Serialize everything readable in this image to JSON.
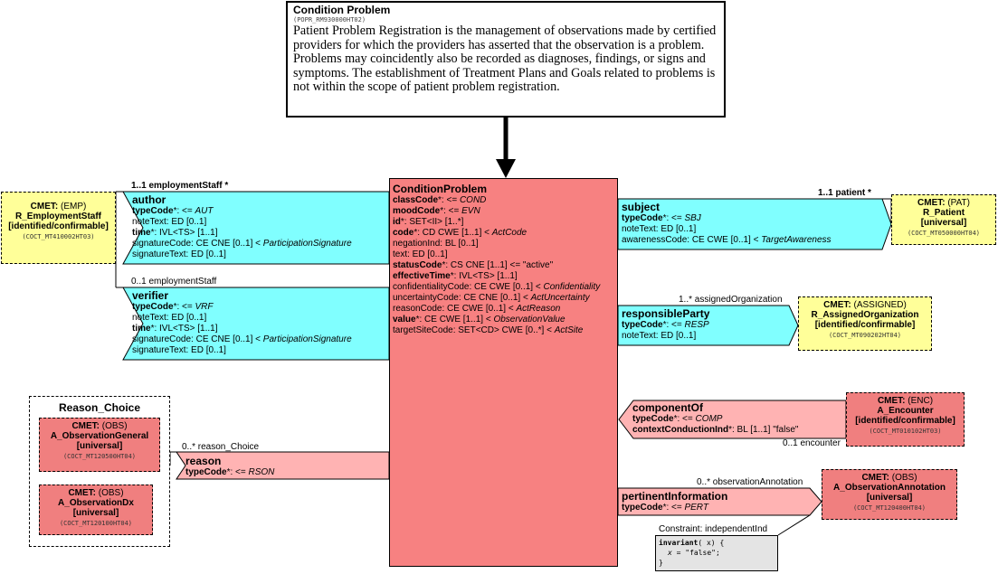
{
  "header": {
    "title": "Condition Problem",
    "code": "(POPR_RM930000HT02)",
    "description": "Patient Problem Registration is the management of observations made by certified providers for which the providers has asserted that the observation is a problem.  Problems may coincidently also be recorded as diagnoses, findings, or signs and symptoms.  The establishment of Treatment Plans and Goals related to problems is not within the scope of patient problem registration."
  },
  "colors": {
    "act": "#f78181",
    "act_light": "#ffb3b3",
    "participation": "#80ffff",
    "cmet_yellow": "#ffff99",
    "cmet_red": "#f07f7f"
  },
  "main_class": {
    "name": "ConditionProblem",
    "attributes": [
      {
        "b": "classCode",
        "n": "*: <= ",
        "i": "COND"
      },
      {
        "b": "moodCode",
        "n": "*: <= ",
        "i": "EVN"
      },
      {
        "b": "id",
        "n": "*: SET<II> [1..*]",
        "i": ""
      },
      {
        "b": "code",
        "n": "*: CD CWE [1..1] < ",
        "i": "ActCode"
      },
      {
        "b": "",
        "n": "negationInd: BL [0..1]",
        "i": ""
      },
      {
        "b": "",
        "n": "text: ED [0..1]",
        "i": ""
      },
      {
        "b": "statusCode",
        "n": "*: CS CNE [1..1] <= \"active\"",
        "i": ""
      },
      {
        "b": "effectiveTime",
        "n": "*: IVL<TS> [1..1]",
        "i": ""
      },
      {
        "b": "",
        "n": "confidentialityCode: CE CWE [0..1] < ",
        "i": "Confidentiality"
      },
      {
        "b": "",
        "n": "uncertaintyCode: CE CNE [0..1] < ",
        "i": "ActUncertainty"
      },
      {
        "b": "",
        "n": "reasonCode: CE CWE [0..1] < ",
        "i": "ActReason"
      },
      {
        "b": "value",
        "n": "*: CE CWE [1..1] < ",
        "i": "ObservationValue"
      },
      {
        "b": "",
        "n": "targetSiteCode: SET<CD> CWE [0..*] < ",
        "i": "ActSite"
      }
    ]
  },
  "author": {
    "name": "author",
    "cardinality": "1..1 employmentStaff  *",
    "attributes": [
      {
        "b": "typeCode",
        "n": "*: <= ",
        "i": "AUT"
      },
      {
        "b": "",
        "n": "noteText: ED [0..1]",
        "i": ""
      },
      {
        "b": "time",
        "n": "*: IVL<TS> [1..1]",
        "i": ""
      },
      {
        "b": "",
        "n": "signatureCode: CE CNE [0..1] < ",
        "i": "ParticipationSignature"
      },
      {
        "b": "",
        "n": "signatureText: ED [0..1]",
        "i": ""
      }
    ]
  },
  "verifier": {
    "name": "verifier",
    "cardinality": "0..1 employmentStaff",
    "attributes": [
      {
        "b": "typeCode",
        "n": "*: <= ",
        "i": "VRF"
      },
      {
        "b": "",
        "n": "noteText: ED [0..1]",
        "i": ""
      },
      {
        "b": "time",
        "n": "*: IVL<TS> [1..1]",
        "i": ""
      },
      {
        "b": "",
        "n": "signatureCode: CE CNE [0..1] < ",
        "i": "ParticipationSignature"
      },
      {
        "b": "",
        "n": "signatureText: ED [0..1]",
        "i": ""
      }
    ]
  },
  "subject": {
    "name": "subject",
    "cardinality": "1..1 patient  *",
    "attributes": [
      {
        "b": "typeCode",
        "n": "*: <= ",
        "i": "SBJ"
      },
      {
        "b": "",
        "n": "noteText: ED [0..1]",
        "i": ""
      },
      {
        "b": "",
        "n": "awarenessCode: CE CWE [0..1] < ",
        "i": "TargetAwareness"
      }
    ]
  },
  "responsibleParty": {
    "name": "responsibleParty",
    "cardinality": "1..* assignedOrganization",
    "attributes": [
      {
        "b": "typeCode",
        "n": "*: <= ",
        "i": "RESP"
      },
      {
        "b": "",
        "n": "noteText: ED [0..1]",
        "i": ""
      }
    ]
  },
  "componentOf": {
    "name": "componentOf",
    "cardinality": "0..1 encounter",
    "attributes": [
      {
        "b": "typeCode",
        "n": "*: <= ",
        "i": "COMP"
      },
      {
        "b": "contextConductionInd",
        "n": "*: BL [1..1] \"false\"",
        "i": ""
      }
    ]
  },
  "reason": {
    "name": "reason",
    "cardinality": "0..* reason_Choice",
    "attributes": [
      {
        "b": "typeCode",
        "n": "*: <= ",
        "i": "RSON"
      }
    ]
  },
  "pertinentInformation": {
    "name": "pertinentInformation",
    "cardinality": "0..* observationAnnotation",
    "attributes": [
      {
        "b": "typeCode",
        "n": "*: <= ",
        "i": "PERT"
      }
    ]
  },
  "cmets": {
    "employmentStaff": {
      "prefix": "CMET:",
      "code": " (EMP)",
      "name": "R_EmploymentStaff",
      "qual": "[identified/confirmable]",
      "id": "(COCT_MT410002HT03)"
    },
    "patient": {
      "prefix": "CMET:",
      "code": " (PAT)",
      "name": "R_Patient",
      "qual": "[universal]",
      "id": "(COCT_MT050000HT04)"
    },
    "assigned": {
      "prefix": "CMET:",
      "code": " (ASSIGNED)",
      "name": "R_AssignedOrganization",
      "qual": "[identified/confirmable]",
      "id": "(COCT_MT090202HT04)"
    },
    "encounter": {
      "prefix": "CMET:",
      "code": " (ENC)",
      "name": "A_Encounter",
      "qual": "[identified/confirmable]",
      "id": "(COCT_MT010102HT03)"
    },
    "obsAnnotation": {
      "prefix": "CMET:",
      "code": " (OBS)",
      "name": "A_ObservationAnnotation",
      "qual": "[universal]",
      "id": "(COCT_MT120400HT04)"
    },
    "obsGeneral": {
      "prefix": "CMET:",
      "code": " (OBS)",
      "name": "A_ObservationGeneral",
      "qual": "[universal]",
      "id": "(COCT_MT120500HT04)"
    },
    "obsDx": {
      "prefix": "CMET:",
      "code": " (OBS)",
      "name": "A_ObservationDx",
      "qual": "[universal]",
      "id": "(COCT_MT120100HT04)"
    }
  },
  "reason_choice": {
    "title": "Reason_Choice"
  },
  "constraint": {
    "label": "Constraint: independentInd",
    "line1_kw": "invariant",
    "line1_rest": "( x) {",
    "line2_var": "x",
    "line2_rest": " = \"false\";",
    "line3": "}"
  }
}
